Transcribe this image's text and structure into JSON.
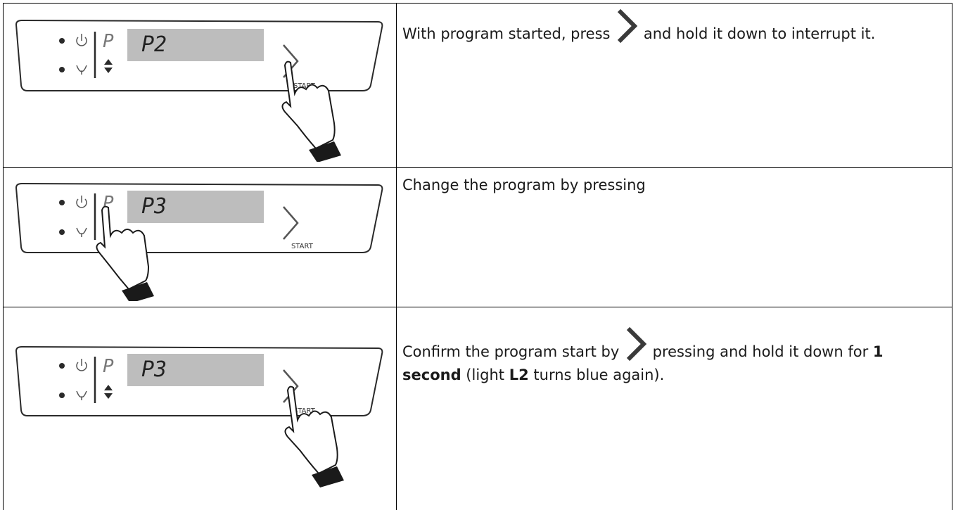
{
  "steps": [
    {
      "display": "P2",
      "start_label": "START",
      "program_letter": "P",
      "text_before": "With program started, press",
      "text_after": "and hold it down to interrupt it.",
      "icon": "chevron-right-icon"
    },
    {
      "display": "P3",
      "start_label": "START",
      "program_letter": "P",
      "text_before": "Change the program by pressing",
      "icon": "none"
    },
    {
      "display": "P3",
      "start_label": "START",
      "program_letter": "P",
      "text_before": "Confirm the program start by",
      "text_mid": "pressing and hold it down for",
      "bold1": "1 second",
      "text_mid2": "(light",
      "bold2": "L2",
      "text_end": "turns blue again).",
      "icon": "chevron-right-icon"
    }
  ],
  "colors": {
    "lcd": "#bdbdbd",
    "hand_cuff": "#1a1a1a",
    "panel_stroke": "#2a2a2a"
  }
}
